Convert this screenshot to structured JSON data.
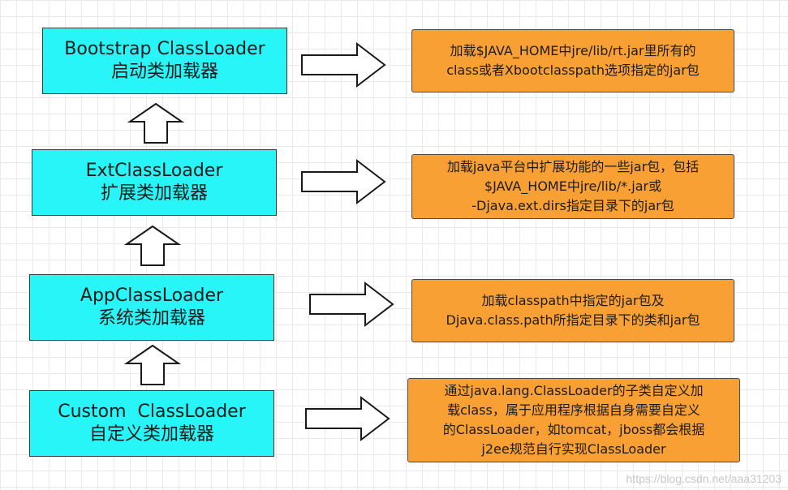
{
  "loaders": [
    {
      "name": "Bootstrap ClassLoader",
      "cn": "启动类加载器"
    },
    {
      "name": "ExtClassLoader",
      "cn": "扩展类加载器"
    },
    {
      "name": "AppClassLoader",
      "cn": "系统类加载器"
    },
    {
      "name": "Custom  ClassLoader",
      "cn": "自定义类加载器"
    }
  ],
  "descriptions": [
    [
      "加载$JAVA_HOME中jre/lib/rt.jar里所有的",
      "class或者Xbootclasspath选项指定的jar包"
    ],
    [
      "加载java平台中扩展功能的一些jar包，包括",
      "$JAVA_HOME中jre/lib/*.jar或",
      "-Djava.ext.dirs指定目录下的jar包"
    ],
    [
      "加载classpath中指定的jar包及",
      "Djava.class.path所指定目录下的类和jar包"
    ],
    [
      "通过java.lang.ClassLoader的子类自定义加",
      "载class，属于应用程序根据自身需要自定义",
      "的ClassLoader，如tomcat，jboss都会根据",
      "j2ee规范自行实现ClassLoader"
    ]
  ],
  "watermark": "https://blog.csdn.net/aaa31203",
  "colors": {
    "loader_fill": "#27f5f7",
    "desc_fill": "#f9a034",
    "arrow_fill": "#ffffff",
    "arrow_stroke": "#1a1a1a"
  }
}
